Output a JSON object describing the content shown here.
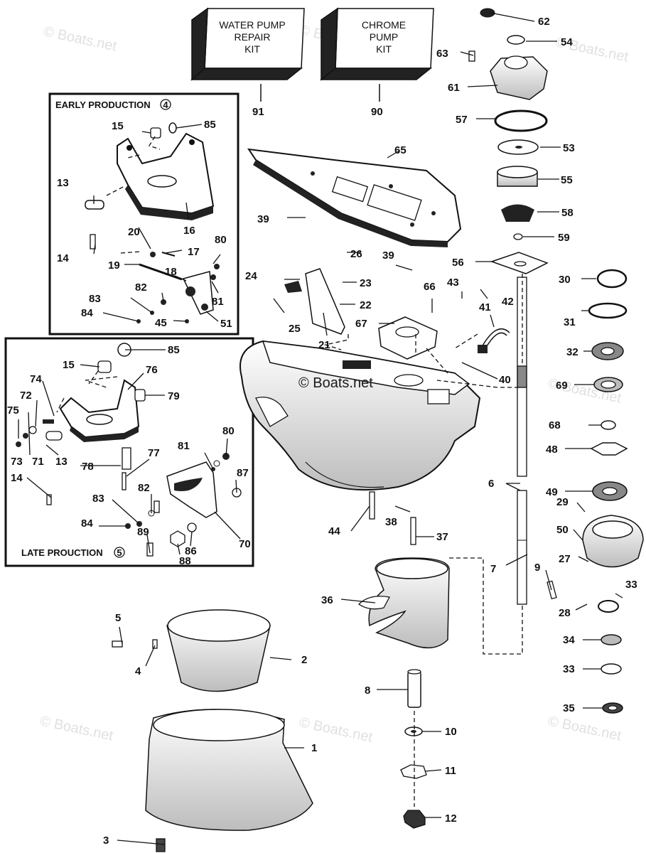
{
  "kits": {
    "water_pump": [
      "WATER PUMP",
      "REPAIR",
      "KIT"
    ],
    "chrome_pump": [
      "CHROME",
      "PUMP",
      "KIT"
    ]
  },
  "boxes": {
    "early": "EARLY PRODUCTION",
    "early_note": "4",
    "late": "LATE PROUCTION",
    "late_note": "5"
  },
  "watermark": "© Boats.net",
  "callouts": {
    "c1": "1",
    "c2": "2",
    "c3": "3",
    "c4": "4",
    "c5": "5",
    "c6": "6",
    "c7": "7",
    "c8": "8",
    "c9": "9",
    "c10": "10",
    "c11": "11",
    "c12": "12",
    "c13a": "13",
    "c13b": "13",
    "c14a": "14",
    "c14b": "14",
    "c15a": "15",
    "c15b": "15",
    "c16": "16",
    "c17": "17",
    "c18": "18",
    "c19": "19",
    "c20": "20",
    "c21": "21",
    "c22": "22",
    "c23": "23",
    "c24": "24",
    "c25": "25",
    "c26": "26",
    "c27": "27",
    "c28": "28",
    "c29": "29",
    "c30": "30",
    "c31": "31",
    "c32": "32",
    "c33a": "33",
    "c33b": "33",
    "c34": "34",
    "c35": "35",
    "c36": "36",
    "c37": "37",
    "c38": "38",
    "c39a": "39",
    "c39b": "39",
    "c40": "40",
    "c41": "41",
    "c42": "42",
    "c43": "43",
    "c44": "44",
    "c45": "45",
    "c48": "48",
    "c49": "49",
    "c50": "50",
    "c51": "51",
    "c53": "53",
    "c54": "54",
    "c55": "55",
    "c56": "56",
    "c57": "57",
    "c58": "58",
    "c59": "59",
    "c61": "61",
    "c62": "62",
    "c63": "63",
    "c65": "65",
    "c66": "66",
    "c67": "67",
    "c68": "68",
    "c69": "69",
    "c70": "70",
    "c71": "71",
    "c72": "72",
    "c73": "73",
    "c74": "74",
    "c75": "75",
    "c76": "76",
    "c77": "77",
    "c78": "78",
    "c79": "79",
    "c80a": "80",
    "c80b": "80",
    "c81a": "81",
    "c81b": "81",
    "c82a": "82",
    "c82b": "82",
    "c83a": "83",
    "c83b": "83",
    "c84a": "84",
    "c84b": "84",
    "c85a": "85",
    "c85b": "85",
    "c86": "86",
    "c87": "87",
    "c88": "88",
    "c89": "89",
    "c90": "90",
    "c91": "91"
  }
}
